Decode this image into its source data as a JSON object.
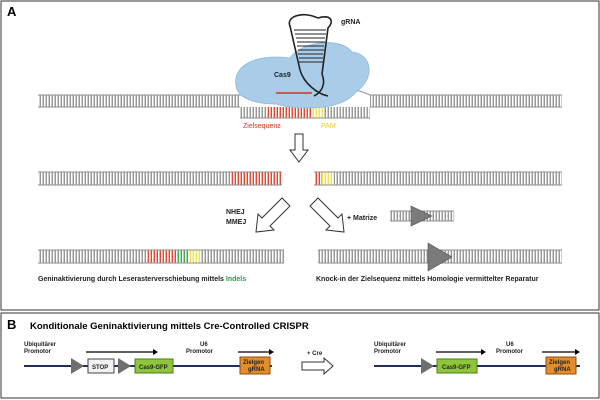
{
  "panel_a": {
    "letter": "A",
    "grna_label": "gRNA",
    "cas9_label": "Cas9",
    "zielsequenz_label": "Zielsequenz",
    "pam_label": "PAM",
    "nhej_label": "NHEJ",
    "mmej_label": "MMEJ",
    "matrize_label": "+ Matrize",
    "caption_left_pre": "Geninaktivierung durch Leserasterverschiebung mittels ",
    "caption_left_indels": "Indels",
    "caption_right": "Knock-in der Zielsequenz mittels Homologie vermittelter Reparatur"
  },
  "panel_b": {
    "letter": "B",
    "title": "Konditionale Geninaktivierung  mittels Cre-Controlled CRISPR",
    "left": {
      "promotor_line1": "Ubiquitärer",
      "promotor_line2": "Promotor",
      "stop_label": "STOP",
      "cas9gfp_label": "Cas9-GFP",
      "u6_line1": "U6",
      "u6_line2": "Promotor",
      "ziel_line1": "Zielgen",
      "ziel_line2": "gRNA"
    },
    "cre_label": "+ Cre",
    "right": {
      "promotor_line1": "Ubiquitärer",
      "promotor_line2": "Promotor",
      "cas9gfp_label": "Cas9-GFP",
      "u6_line1": "U6",
      "u6_line2": "Promotor",
      "ziel_line1": "Zielgen",
      "ziel_line2": "gRNA"
    }
  },
  "colors": {
    "dna_gray": "#8c8c8c",
    "target_red": "#d9351f",
    "pam_yellow": "#f2e23a",
    "cas9_blue": "#a9cde9",
    "cas9gfp_green": "#8fc53d",
    "grna_orange": "#e38d2c",
    "indels_green": "#2e9e3e",
    "backbone_navy": "#1f2f5a"
  }
}
